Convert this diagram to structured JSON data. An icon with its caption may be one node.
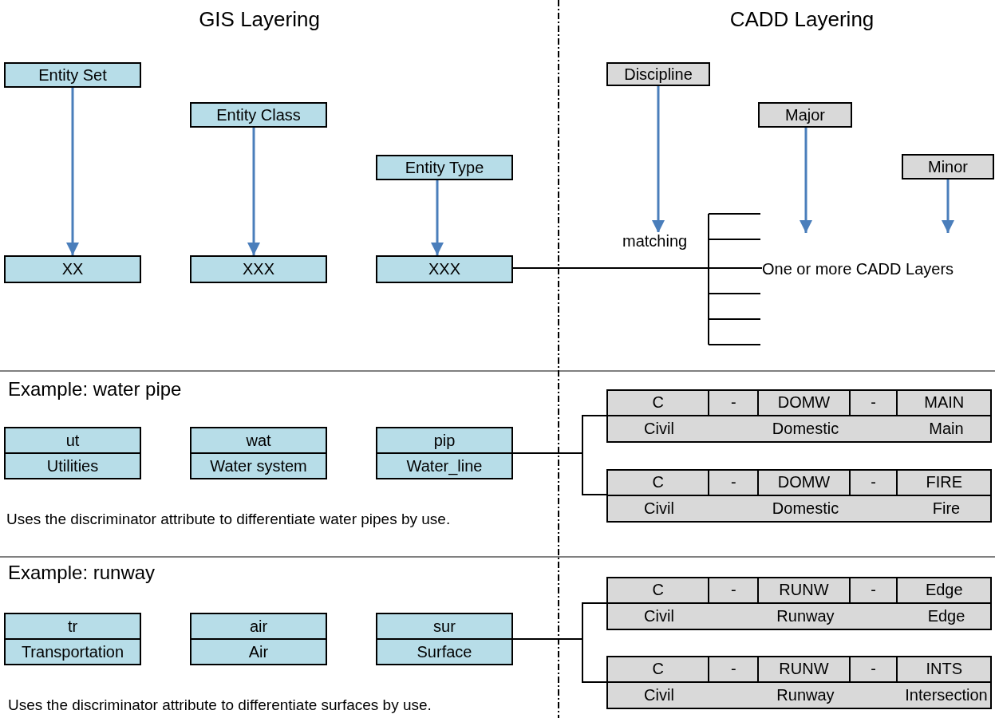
{
  "diagram": {
    "nodes": [
      {
        "text": [
          "Entity Set"
        ]
      },
      {
        "text": [
          "Entity Class"
        ]
      },
      {
        "text": [
          "Entity Type"
        ]
      },
      {
        "text": [
          "XX"
        ]
      },
      {
        "text": [
          "XXX"
        ]
      },
      {
        "text": [
          "XXX"
        ]
      },
      {
        "text": [
          "Discipline"
        ]
      },
      {
        "text": [
          "Major"
        ]
      },
      {
        "text": [
          "Minor"
        ]
      },
      {
        "text": [
          "One or more CADD Layers"
        ]
      },
      {
        "text": [
          "ut",
          "Utilities"
        ]
      },
      {
        "text": [
          "wat",
          "Water system"
        ]
      },
      {
        "text": [
          "pip",
          "Water_line"
        ]
      },
      {
        "text": [
          "C",
          "-",
          "DOMW",
          "-",
          "MAIN",
          "Civil",
          "Domestic",
          "Main"
        ]
      },
      {
        "text": [
          "C",
          "-",
          "DOMW",
          "-",
          "FIRE",
          "Civil",
          "Domestic",
          "Fire"
        ]
      },
      {
        "text": [
          "tr",
          "Transportation"
        ]
      },
      {
        "text": [
          "air",
          "Air"
        ]
      },
      {
        "text": [
          "sur",
          "Surface"
        ]
      },
      {
        "text": [
          "C",
          "-",
          "RUNW",
          "-",
          "Edge",
          "Civil",
          "Runway",
          "Edge"
        ]
      },
      {
        "text": [
          "C",
          "-",
          "RUNW",
          "-",
          "INTS",
          "Civil",
          "Runway",
          "Intersection"
        ]
      }
    ],
    "edges": [
      {
        "from": 0,
        "to": 3,
        "arrow": "to"
      },
      {
        "from": 1,
        "to": 4,
        "arrow": "to"
      },
      {
        "from": 2,
        "to": 5,
        "arrow": "to"
      },
      {
        "from": 5,
        "to": 9,
        "arrow": "none",
        "label": "matching",
        "color": "#000000"
      },
      {
        "from": 6,
        "to": null,
        "arrow": "to"
      },
      {
        "from": 7,
        "to": 9,
        "arrow": "to"
      },
      {
        "from": 8,
        "to": 9,
        "arrow": "to"
      },
      {
        "from": 12,
        "to": 13,
        "arrow": "none",
        "color": "#000000"
      },
      {
        "from": 12,
        "to": 14,
        "arrow": "none",
        "color": "#000000"
      },
      {
        "from": 17,
        "to": 18,
        "arrow": "none",
        "color": "#000000"
      },
      {
        "from": 17,
        "to": 19,
        "arrow": "none",
        "color": "#000000"
      }
    ],
    "labels": [
      "GIS Layering",
      "CADD Layering",
      "Example: water pipe",
      "Uses the discriminator attribute to differentiate water pipes by use.",
      "Example: runway",
      "Uses the discriminator attribute to differentiate surfaces by use."
    ]
  }
}
